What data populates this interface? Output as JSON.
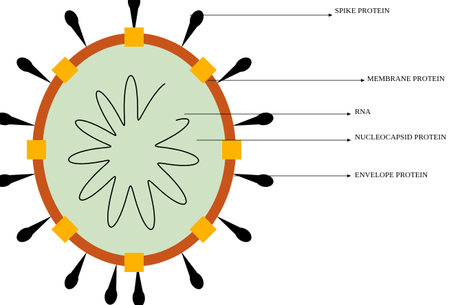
{
  "diagram": {
    "labels": {
      "spike": "SPIKE PROTEIN",
      "membrane": "MEMBRANE PROTEIN",
      "rna": "RNA",
      "nucleocapsid": "NUCLEOCAPSID PROTEIN",
      "envelope": "ENVELOPE PROTEIN"
    },
    "colors": {
      "envelope": "#c8541a",
      "interior": "#cfe3c4",
      "membrane_protein": "#ffb300",
      "spike": "#000000",
      "rna": "#000000",
      "background": "#ffffff"
    }
  }
}
